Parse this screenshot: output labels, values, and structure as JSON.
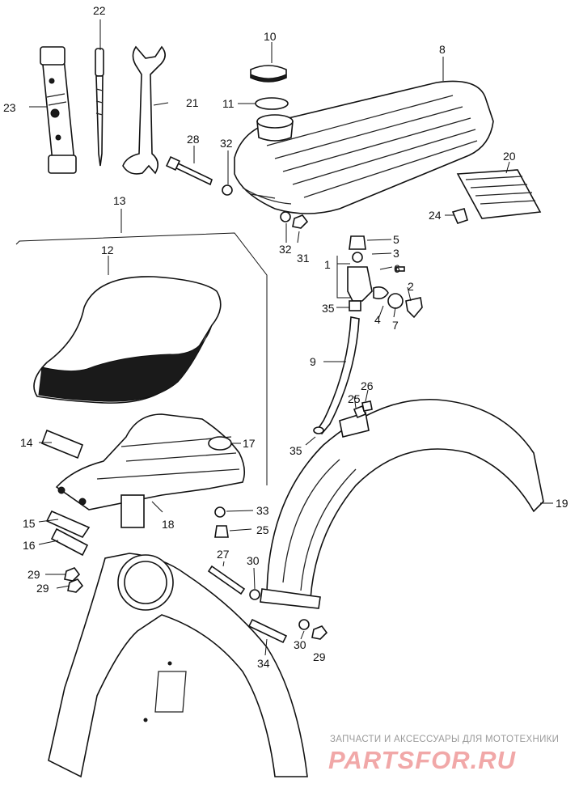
{
  "diagram": {
    "callouts": [
      "1",
      "2",
      "3",
      "4",
      "5",
      "6",
      "7",
      "8",
      "9",
      "10",
      "11",
      "12",
      "13",
      "14",
      "15",
      "16",
      "17",
      "18",
      "19",
      "20",
      "21",
      "22",
      "23",
      "24",
      "25",
      "25",
      "26",
      "27",
      "28",
      "29",
      "29",
      "29",
      "30",
      "30",
      "31",
      "32",
      "32",
      "33",
      "34",
      "35",
      "35"
    ],
    "part_names": {
      "fuel_tank": "fuel-tank",
      "seat": "seat",
      "rear_fender": "rear-fender",
      "frame": "frame",
      "fuel_cock": "fuel-cock",
      "fuel_tube": "fuel-tube",
      "tool_box": "tool-box",
      "wrench": "wrench",
      "screwdriver": "screwdriver",
      "spark_plug_wrench": "spark-plug-wrench"
    }
  },
  "watermark": {
    "tagline": "ЗАПЧАСТИ И АКСЕССУАРЫ ДЛЯ МОТОТЕХНИКИ",
    "brand": "PARTSFOR.RU"
  }
}
